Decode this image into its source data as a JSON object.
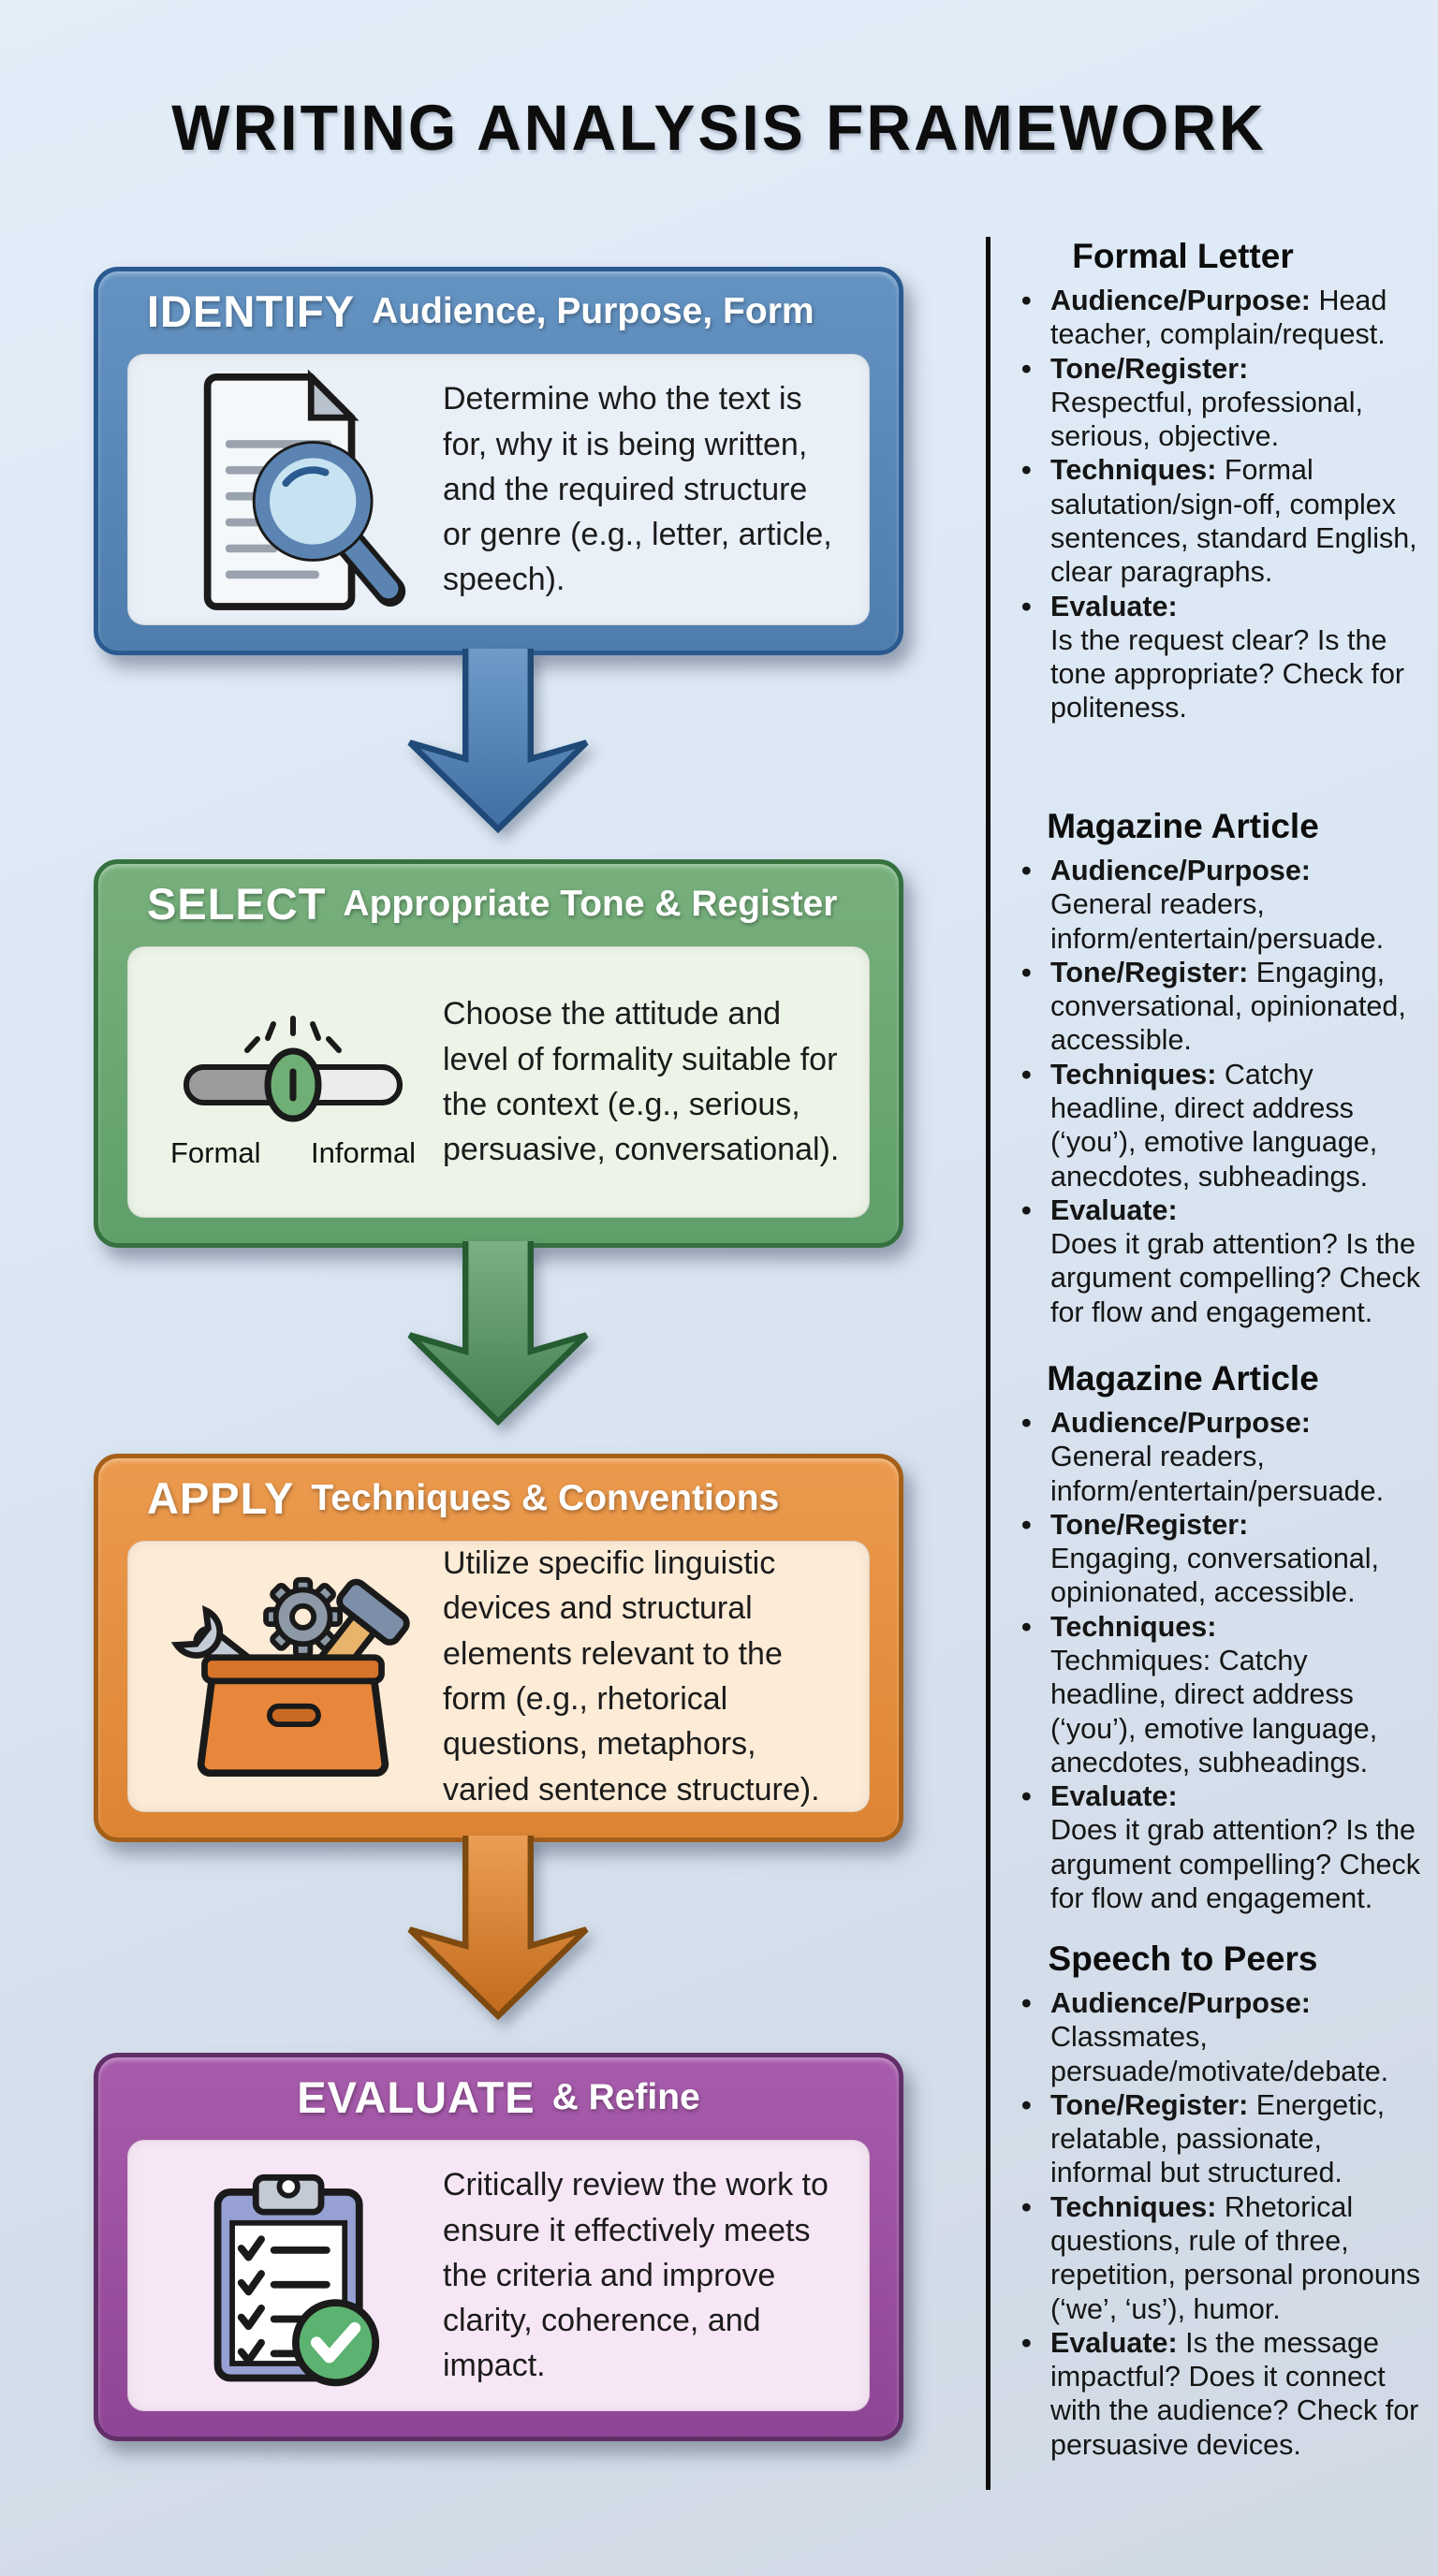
{
  "title": "WRITING ANALYSIS FRAMEWORK",
  "page": {
    "background_color": "#dbe7f3",
    "divider_color": "#0e0e0e"
  },
  "steps": [
    {
      "keyword": "IDENTIFY",
      "subtitle": "Audience, Purpose, Form",
      "description": "Determine who the text is for, why it is being written, and the required structure or genre (e.g., letter, article, speech).",
      "icon": "document-magnifier-icon",
      "colors": {
        "header": "#5688ba",
        "border": "#2a5a90",
        "panel": "#e9f0f8",
        "arrow": "#4d7cb0",
        "arrow_outline": "#1f4a78"
      }
    },
    {
      "keyword": "SELECT",
      "subtitle": "Appropriate Tone & Register",
      "description": "Choose the attitude and level of formality suitable for the context (e.g., serious, persuasive, conversational).",
      "icon": "tone-toggle-icon",
      "toggle_labels": {
        "left": "Formal",
        "right": "Informal"
      },
      "colors": {
        "header": "#69a671",
        "border": "#35703f",
        "panel": "#ecf4e7",
        "arrow": "#5d9a69",
        "arrow_outline": "#265c32"
      }
    },
    {
      "keyword": "APPLY",
      "subtitle": "Techniques & Conventions",
      "description": "Utilize specific linguistic devices and structural elements relevant to the form (e.g., rhetorical questions, metaphors, varied sentence structure).",
      "icon": "toolbox-icon",
      "colors": {
        "header": "#e48f40",
        "border": "#a55f18",
        "panel": "#fcebd6",
        "arrow": "#d67c26",
        "arrow_outline": "#7e4a10"
      }
    },
    {
      "keyword": "EVALUATE",
      "subtitle": "& Refine",
      "description": "Critically review the work to ensure it effectively meets the criteria and improve clarity, coherence, and impact.",
      "icon": "clipboard-check-icon",
      "colors": {
        "header": "#9b4f9f",
        "border": "#612e68",
        "panel": "#f7e6f5"
      }
    }
  ],
  "examples": [
    {
      "title": "Formal Letter",
      "bullets": [
        {
          "label": "Audience/Purpose:",
          "text": "Head teacher, complain/request.",
          "stack": false
        },
        {
          "label": "Tone/Register:",
          "text": "Respectful, professional, serious, objective.",
          "stack": true
        },
        {
          "label": "Techniques:",
          "text": "Formal salutation/sign-off, complex sentences, standard English, clear paragraphs.",
          "stack": false
        },
        {
          "label": "Evaluate:",
          "text": "Is the request clear? Is the tone appropriate? Check for politeness.",
          "stack": true
        }
      ]
    },
    {
      "title": "Magazine Article",
      "bullets": [
        {
          "label": "Audience/Purpose:",
          "text": "General readers, inform/entertain/persuade.",
          "stack": true
        },
        {
          "label": "Tone/Register:",
          "text": "Engaging, conversational, opinionated, accessible.",
          "stack": false
        },
        {
          "label": "Techniques:",
          "text": "Catchy headline, direct address (‘you’), emotive language, anecdotes, subheadings.",
          "stack": false
        },
        {
          "label": "Evaluate:",
          "text": "Does it grab attention? Is the argument compelling? Check for flow and engagement.",
          "stack": true
        }
      ]
    },
    {
      "title": "Magazine Article",
      "bullets": [
        {
          "label": "Audience/Purpose:",
          "text": "General readers, inform/entertain/persuade.",
          "stack": true
        },
        {
          "label": "Tone/Register:",
          "text": "Engaging, conversational, opinionated, accessible.",
          "stack": true
        },
        {
          "label": "Techniques:",
          "text": "Techmiques: Catchy headline, direct address (‘you’), emotive language, anecdotes, subheadings.",
          "stack": true
        },
        {
          "label": "Evaluate:",
          "text": "Does it grab attention? Is the argument compelling? Check for flow and engagement.",
          "stack": true
        }
      ]
    },
    {
      "title": "Speech to Peers",
      "bullets": [
        {
          "label": "Audience/Purpose:",
          "text": "Classmates, persuade/motivate/debate.",
          "stack": true
        },
        {
          "label": "Tone/Register:",
          "text": "Energetic, relatable, passionate, informal but structured.",
          "stack": false
        },
        {
          "label": "Techniques:",
          "text": "Rhetorical questions, rule of three, repetition, personal pronouns (‘we’, ‘us’), humor.",
          "stack": false
        },
        {
          "label": "Evaluate:",
          "text": "Is the message impactful? Does it connect with the audience? Check for persuasive devices.",
          "stack": false
        }
      ]
    }
  ]
}
